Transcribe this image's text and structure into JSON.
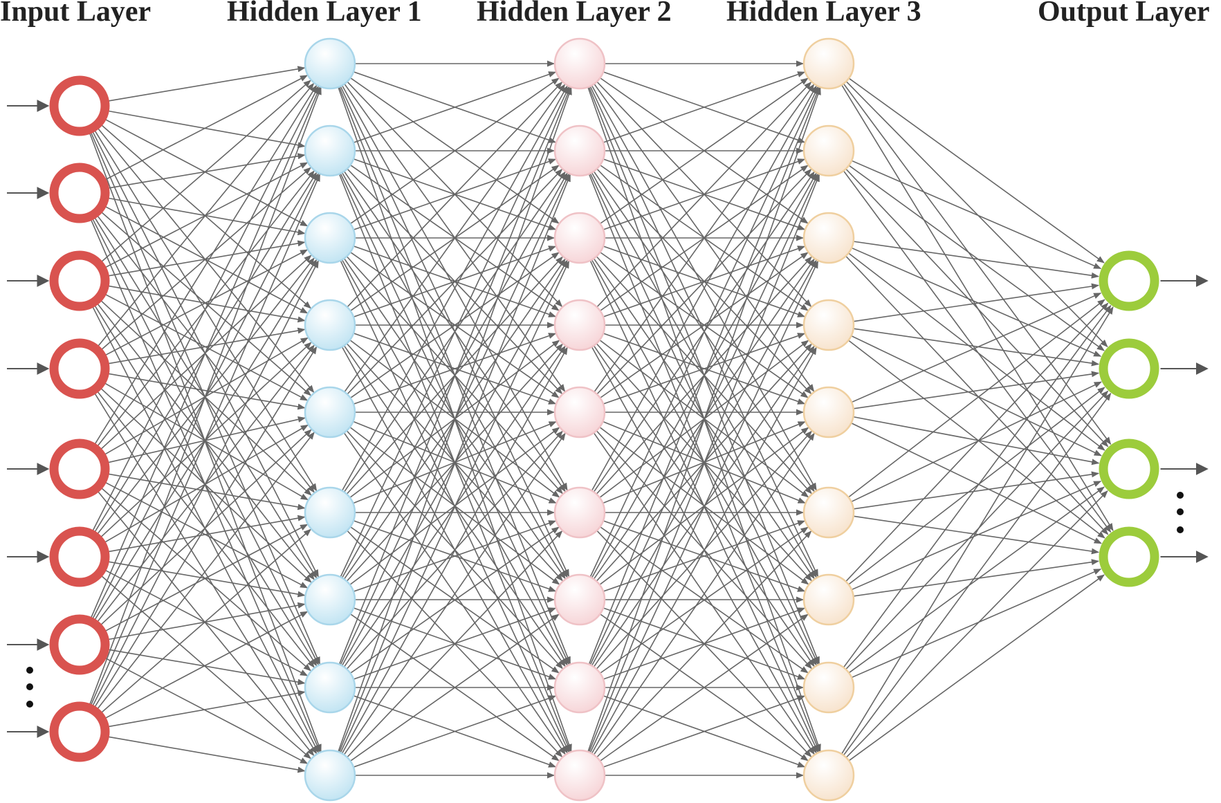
{
  "layers": [
    {
      "key": "input",
      "title": "Input Layer",
      "style": "ring",
      "color": "#d9534f",
      "count": 8
    },
    {
      "key": "hidden1",
      "title": "Hidden Layer 1",
      "style": "filled",
      "fill_light": "#ffffff",
      "fill_dark": "#bfe3f2",
      "stroke": "#a9d6ea",
      "count": 9
    },
    {
      "key": "hidden2",
      "title": "Hidden Layer 2",
      "style": "filled",
      "fill_light": "#ffffff",
      "fill_dark": "#f6d3d6",
      "stroke": "#efc2c6",
      "count": 9
    },
    {
      "key": "hidden3",
      "title": "Hidden Layer 3",
      "style": "filled",
      "fill_light": "#ffffff",
      "fill_dark": "#f7e2cb",
      "stroke": "#efcf9f",
      "count": 9
    },
    {
      "key": "output",
      "title": "Output Layer",
      "style": "ring",
      "color": "#9ccc3c",
      "count": 4
    }
  ],
  "colors": {
    "edge": "#666666",
    "arrow": "#555555",
    "ellipsis": "#111111",
    "title": "#222222"
  },
  "icons": {
    "continuation": "vertical-ellipsis-icon",
    "input_arrow": "arrow-right-icon",
    "output_arrow": "arrow-right-icon"
  }
}
